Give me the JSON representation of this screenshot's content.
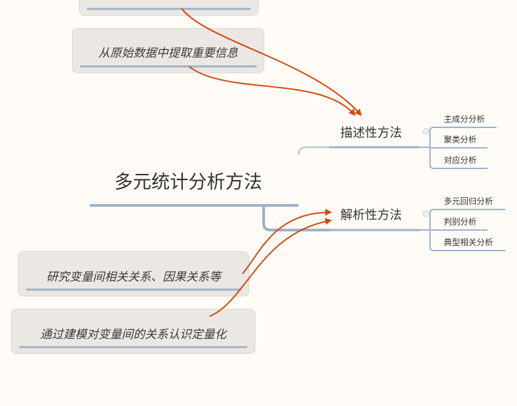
{
  "root": {
    "label": "多元统计分析方法"
  },
  "branches": [
    {
      "label": "描述性方法",
      "children": [
        "主成分分析",
        "聚类分析",
        "对应分析"
      ]
    },
    {
      "label": "解析性方法",
      "children": [
        "多元回归分析",
        "判别分析",
        "典型相关分析"
      ]
    }
  ],
  "notes": [
    "从原始数据中提取重要信息",
    "研究变量间相关关系、因果关系等",
    "通过建模对变量间的关系认识定量化"
  ],
  "colors": {
    "arrow": "#d34a0e",
    "line": "#9fb2c9",
    "note_bg": "#ebe8e3",
    "background": "#fffcf7"
  }
}
